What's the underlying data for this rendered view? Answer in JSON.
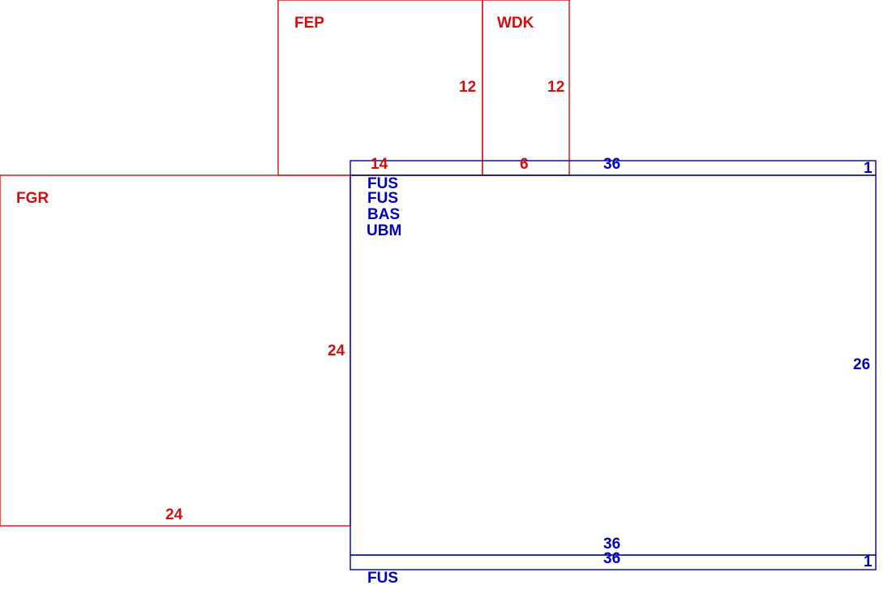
{
  "colors": {
    "red": "#d01010",
    "blue": "#0000b4",
    "background": "#ffffff"
  },
  "rooms": {
    "fep": {
      "name": "FEP",
      "right_dim": "12",
      "bottom_dim": "14"
    },
    "wdk": {
      "name": "WDK",
      "right_dim": "12",
      "bottom_dim": "6"
    },
    "fgr": {
      "name": "FGR",
      "right_dim": "24",
      "bottom_dim": "24"
    }
  },
  "main_area": {
    "top_strip": {
      "length_dim": "36",
      "height_dim": "1"
    },
    "body": {
      "labels": [
        "FUS",
        "FUS",
        "BAS",
        "UBM"
      ],
      "right_dim": "26",
      "bottom_dim": "36"
    },
    "bottom_strip": {
      "length_dim": "36",
      "height_dim": "1",
      "label": "FUS"
    }
  }
}
